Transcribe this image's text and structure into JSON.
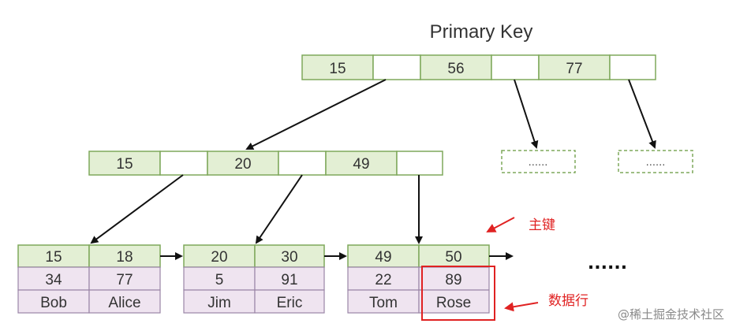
{
  "title": "Primary Key",
  "root_keys": [
    "15",
    "56",
    "77"
  ],
  "internal_keys": [
    "15",
    "20",
    "49"
  ],
  "collapsed_children": [
    "......",
    "......"
  ],
  "leaves": [
    {
      "keys": [
        "15",
        "18"
      ],
      "values": [
        "34",
        "77"
      ],
      "names": [
        "Bob",
        "Alice"
      ]
    },
    {
      "keys": [
        "20",
        "30"
      ],
      "values": [
        "5",
        "91"
      ],
      "names": [
        "Jim",
        "Eric"
      ]
    },
    {
      "keys": [
        "49",
        "50"
      ],
      "values": [
        "22",
        "89"
      ],
      "names": [
        "Tom",
        "Rose"
      ]
    }
  ],
  "leaf_continuation": "......",
  "annotations": {
    "primary_key": "主键",
    "data_row": "数据行"
  },
  "watermark": "@稀土掘金技术社区",
  "colors": {
    "key_fill": "#e3efd4",
    "key_border": "#7fa85b",
    "data_fill": "#efe4f0",
    "data_border": "#9a85a6",
    "annotation": "#e02222"
  }
}
